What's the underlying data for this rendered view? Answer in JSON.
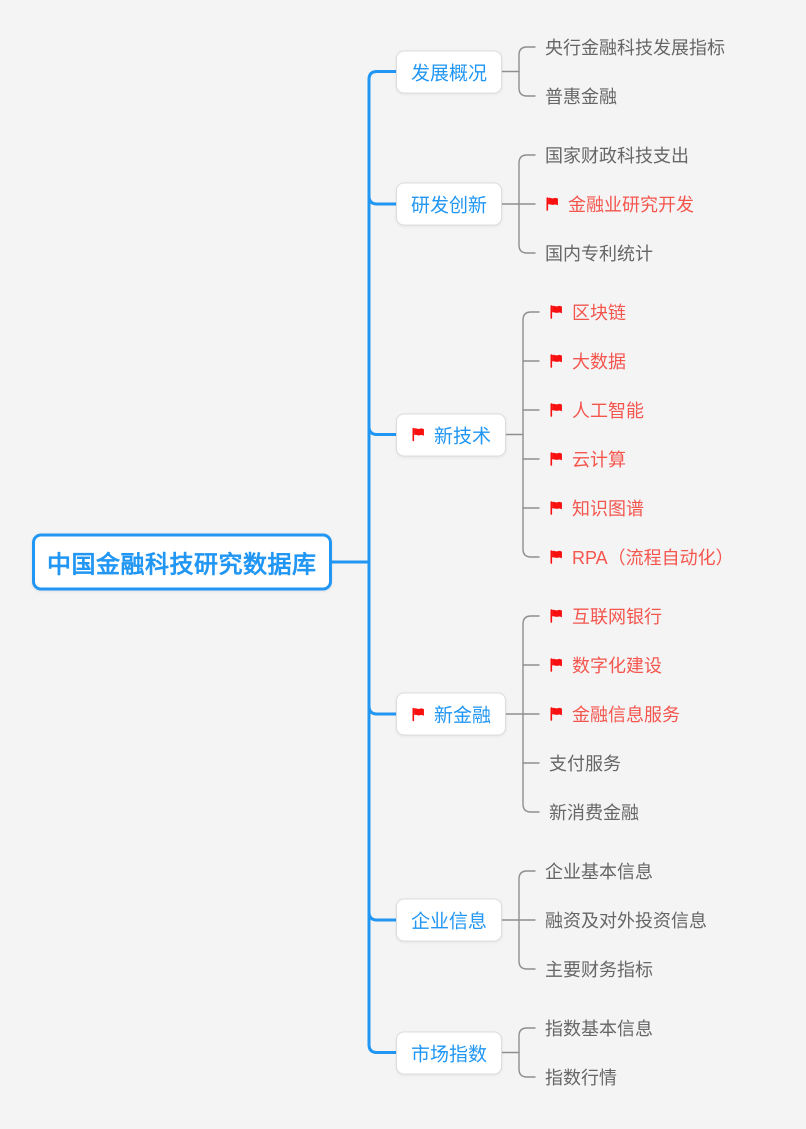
{
  "colors": {
    "canvas_bg": "#f4f4f5",
    "node_bg": "#ffffff",
    "node_border": "#dcdcdc",
    "accent_blue": "#2196f3",
    "connector_gray": "#8f8f8f",
    "text_gray": "#666666",
    "flag_red": "#f80f0f",
    "flagged_text_red": "#f4564e"
  },
  "root": {
    "label": "中国金融科技研究数据库"
  },
  "branches": [
    {
      "label": "发展概况",
      "flag": false,
      "children": [
        {
          "label": "央行金融科技发展指标",
          "flag": false
        },
        {
          "label": "普惠金融",
          "flag": false
        }
      ]
    },
    {
      "label": "研发创新",
      "flag": false,
      "children": [
        {
          "label": "国家财政科技支出",
          "flag": false
        },
        {
          "label": "金融业研究开发",
          "flag": true
        },
        {
          "label": "国内专利统计",
          "flag": false
        }
      ]
    },
    {
      "label": "新技术",
      "flag": true,
      "children": [
        {
          "label": "区块链",
          "flag": true
        },
        {
          "label": "大数据",
          "flag": true
        },
        {
          "label": "人工智能",
          "flag": true
        },
        {
          "label": "云计算",
          "flag": true
        },
        {
          "label": "知识图谱",
          "flag": true
        },
        {
          "label": "RPA（流程自动化）",
          "flag": true
        }
      ]
    },
    {
      "label": "新金融",
      "flag": true,
      "children": [
        {
          "label": "互联网银行",
          "flag": true
        },
        {
          "label": "数字化建设",
          "flag": true
        },
        {
          "label": "金融信息服务",
          "flag": true
        },
        {
          "label": "支付服务",
          "flag": false
        },
        {
          "label": "新消费金融",
          "flag": false
        }
      ]
    },
    {
      "label": "企业信息",
      "flag": false,
      "children": [
        {
          "label": "企业基本信息",
          "flag": false
        },
        {
          "label": "融资及对外投资信息",
          "flag": false
        },
        {
          "label": "主要财务指标",
          "flag": false
        }
      ]
    },
    {
      "label": "市场指数",
      "flag": false,
      "children": [
        {
          "label": "指数基本信息",
          "flag": false
        },
        {
          "label": "指数行情",
          "flag": false
        }
      ]
    }
  ]
}
